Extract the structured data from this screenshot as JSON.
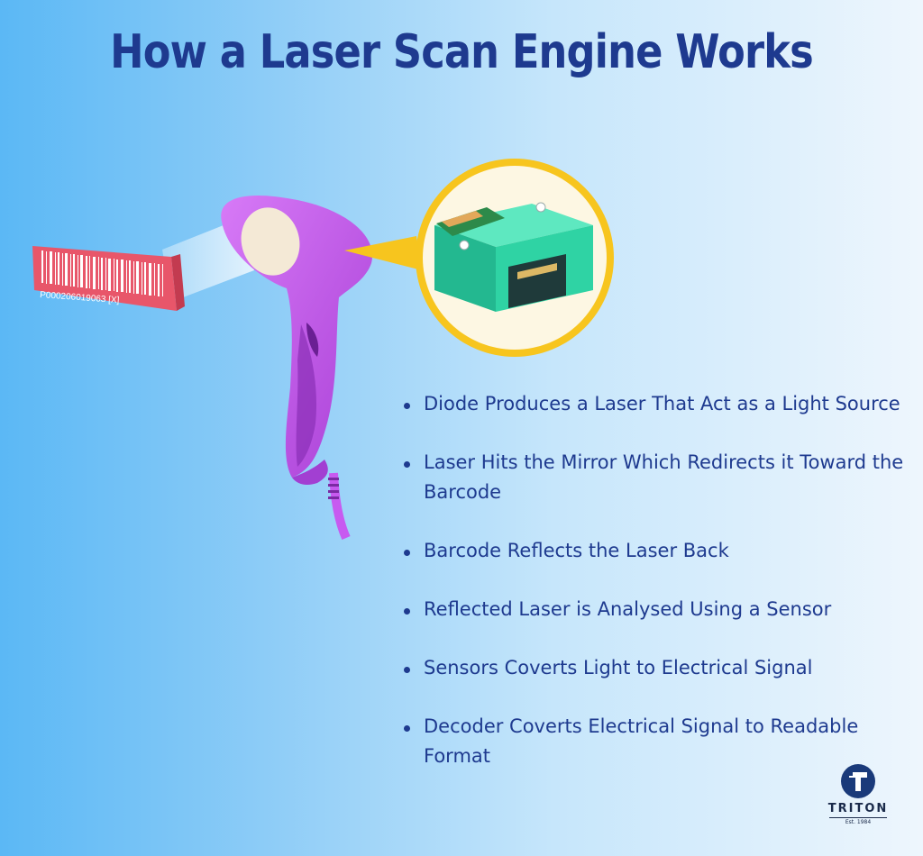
{
  "title": "How a Laser Scan Engine Works",
  "barcode": {
    "code": "P000206019063 [X]"
  },
  "colors": {
    "title": "#1e3a8f",
    "scanner": "#c75af0",
    "barcode_label": "#e8566a",
    "engine": "#2fd3a4",
    "callout_ring": "#f7c51e"
  },
  "steps": [
    {
      "text": "Diode Produces a Laser That Act as a Light Source"
    },
    {
      "text": "Laser Hits the Mirror Which Redirects it Toward the Barcode"
    },
    {
      "text": "Barcode Reflects the Laser Back"
    },
    {
      "text": "Reflected Laser is Analysed Using a Sensor"
    },
    {
      "text": "Sensors Coverts Light to Electrical Signal"
    },
    {
      "text": "Decoder Coverts Electrical Signal to Readable Format"
    }
  ],
  "logo": {
    "name": "TRITON",
    "est": "Est. 1984"
  }
}
